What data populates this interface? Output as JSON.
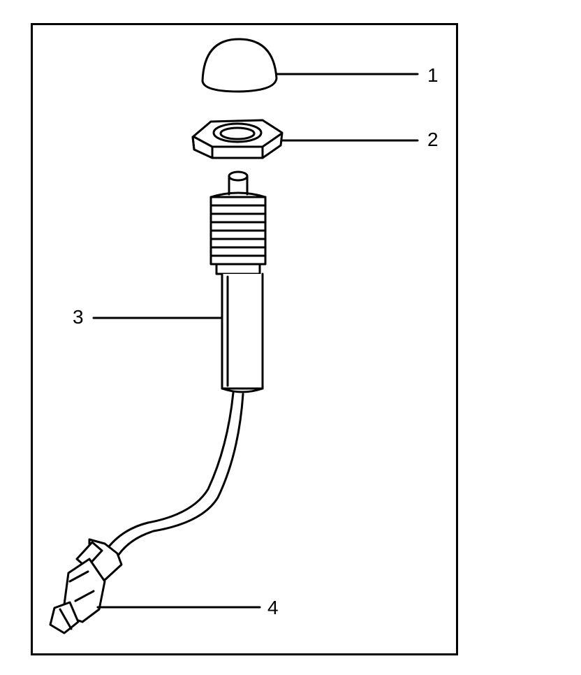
{
  "colors": {
    "ink": "#000000",
    "paper": "#ffffff"
  },
  "callouts": [
    {
      "number": "1"
    },
    {
      "number": "2"
    },
    {
      "number": "3"
    },
    {
      "number": "4"
    }
  ]
}
